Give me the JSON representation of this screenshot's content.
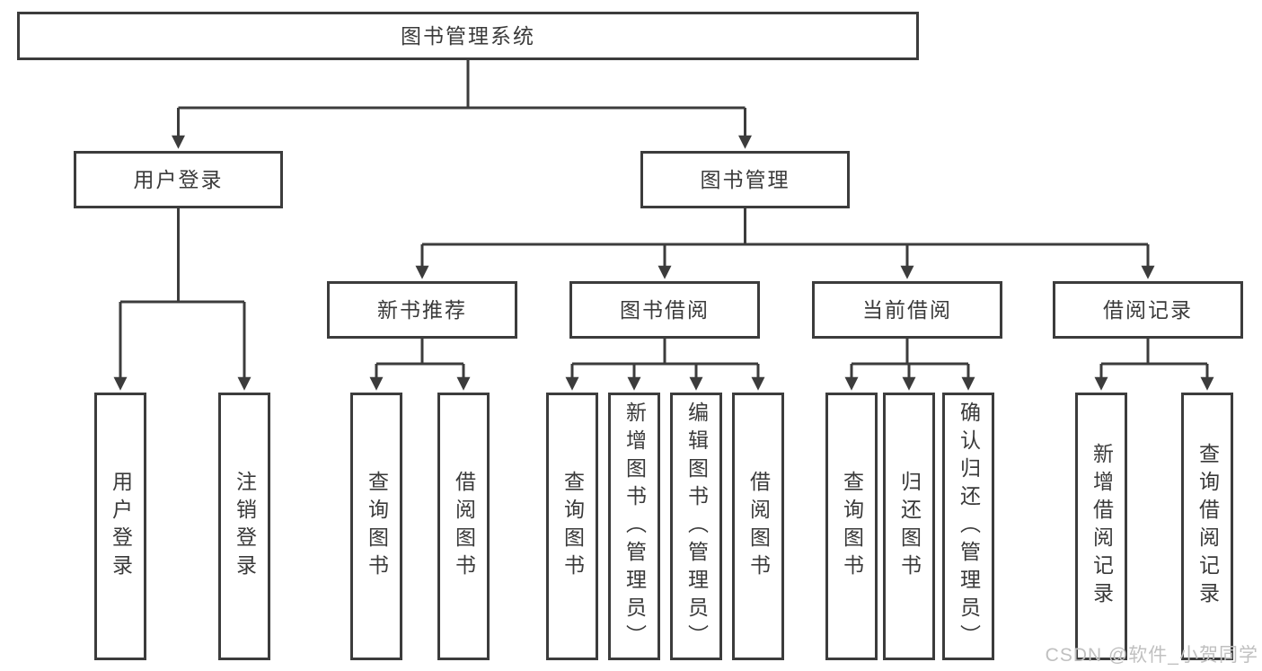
{
  "tree": {
    "root": "图书管理系统",
    "branches": [
      {
        "label": "用户登录",
        "children": [
          "用户登录",
          "注销登录"
        ]
      },
      {
        "label": "图书管理",
        "children": [
          {
            "label": "新书推荐",
            "children": [
              "查询图书",
              "借阅图书"
            ]
          },
          {
            "label": "图书借阅",
            "children": [
              "查询图书",
              "新增图书（管理员）",
              "编辑图书（管理员）",
              "借阅图书"
            ]
          },
          {
            "label": "当前借阅",
            "children": [
              "查询图书",
              "归还图书",
              "确认归还（管理员）"
            ]
          },
          {
            "label": "借阅记录",
            "children": [
              "新增借阅记录",
              "查询借阅记录"
            ]
          }
        ]
      }
    ]
  },
  "watermark": "CSDN @软件_小贺同学",
  "colors": {
    "line": "#3c3c3c",
    "text": "#3a3a3a",
    "box_fill": "#ffffff",
    "watermark": "#c0c0c0"
  }
}
